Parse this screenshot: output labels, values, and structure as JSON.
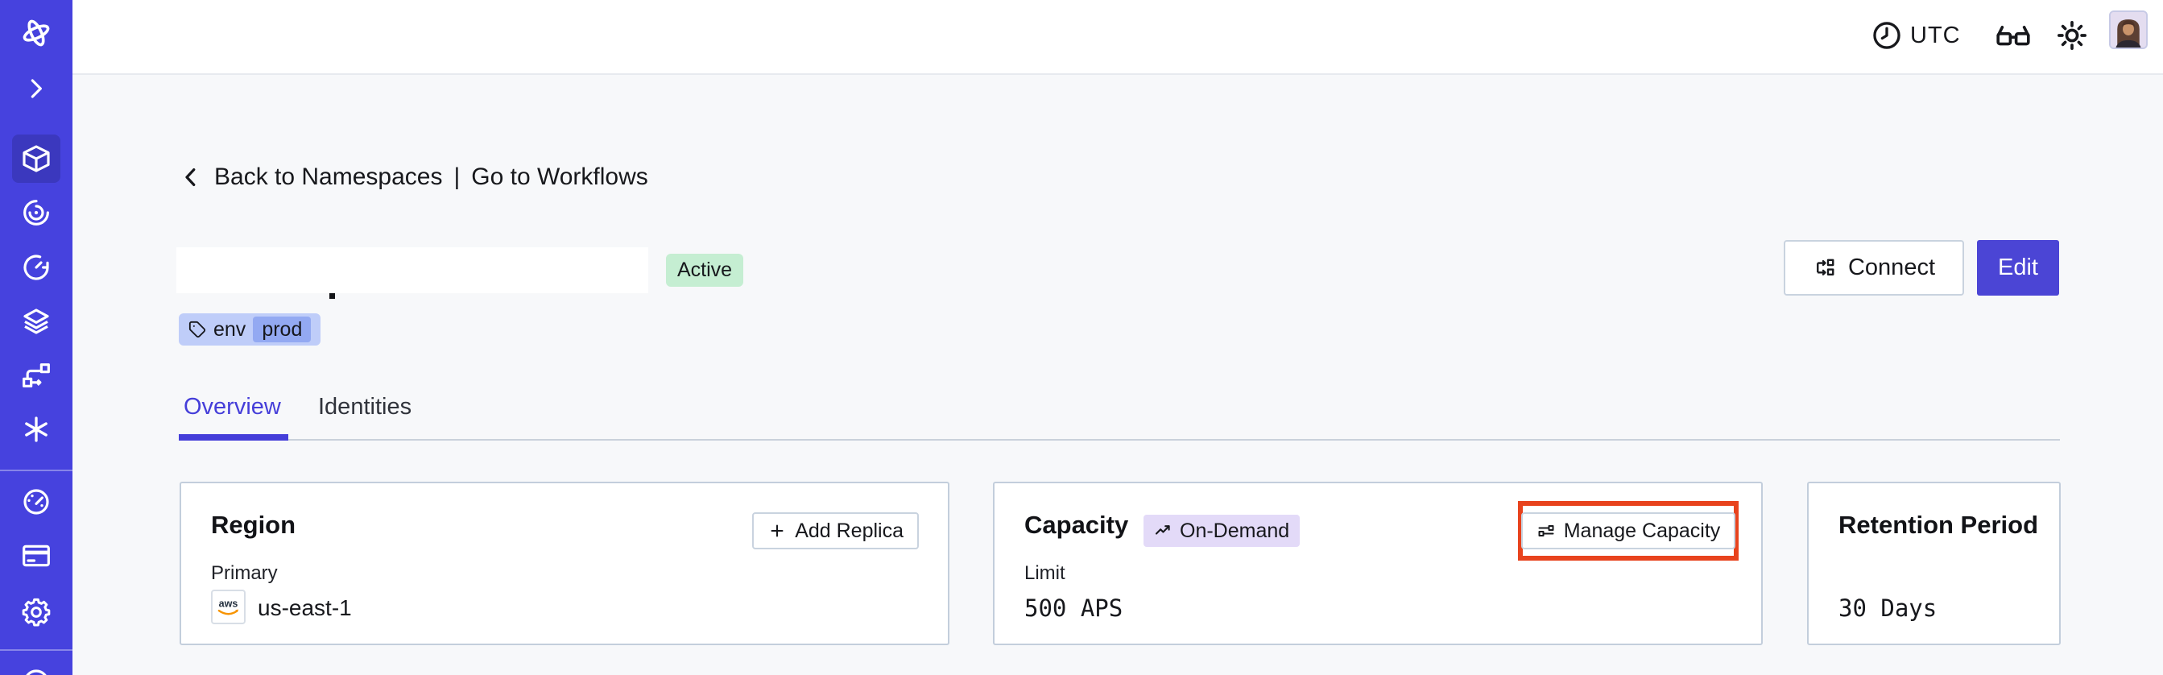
{
  "topbar": {
    "timezone": "UTC"
  },
  "sidebar": {
    "items": [
      "temporal-logo",
      "expand",
      "namespaces",
      "nexus",
      "schedules",
      "deployments",
      "batch-operations",
      "integrations",
      "usage",
      "billing",
      "settings",
      "help"
    ],
    "active_item": "namespaces"
  },
  "breadcrumb": {
    "back_label": "Back to Namespaces",
    "separator": "|",
    "forward_label": "Go to Workflows"
  },
  "namespace": {
    "title_redacted": "",
    "status_badge": "Active",
    "tag_key": "env",
    "tag_value": "prod"
  },
  "header_actions": {
    "connect_label": "Connect",
    "edit_label": "Edit"
  },
  "tabs": [
    {
      "label": "Overview",
      "active": true
    },
    {
      "label": "Identities",
      "active": false
    }
  ],
  "cards": {
    "region": {
      "title": "Region",
      "add_replica_label": "Add Replica",
      "field_label": "Primary",
      "provider": "aws",
      "value": "us-east-1"
    },
    "capacity": {
      "title": "Capacity",
      "badge_label": "On-Demand",
      "manage_label": "Manage Capacity",
      "field_label": "Limit",
      "value": "500 APS"
    },
    "retention": {
      "title": "Retention Period",
      "value": "30 Days"
    }
  },
  "colors": {
    "sidebar": "#4642DE",
    "sidebar_active": "#3B38BE",
    "accent": "#453ED9",
    "edit_button": "#4B45D5",
    "status_badge_bg": "#C5EED2",
    "tag_bg": "#BFCDF9",
    "tag_chip_bg": "#93A9F2",
    "ondemand_bg": "#E3DAF8",
    "highlight_red": "#E8431D",
    "aws_orange": "#F79400",
    "card_border": "#C3CEDC",
    "background": "#F7F8FA"
  }
}
